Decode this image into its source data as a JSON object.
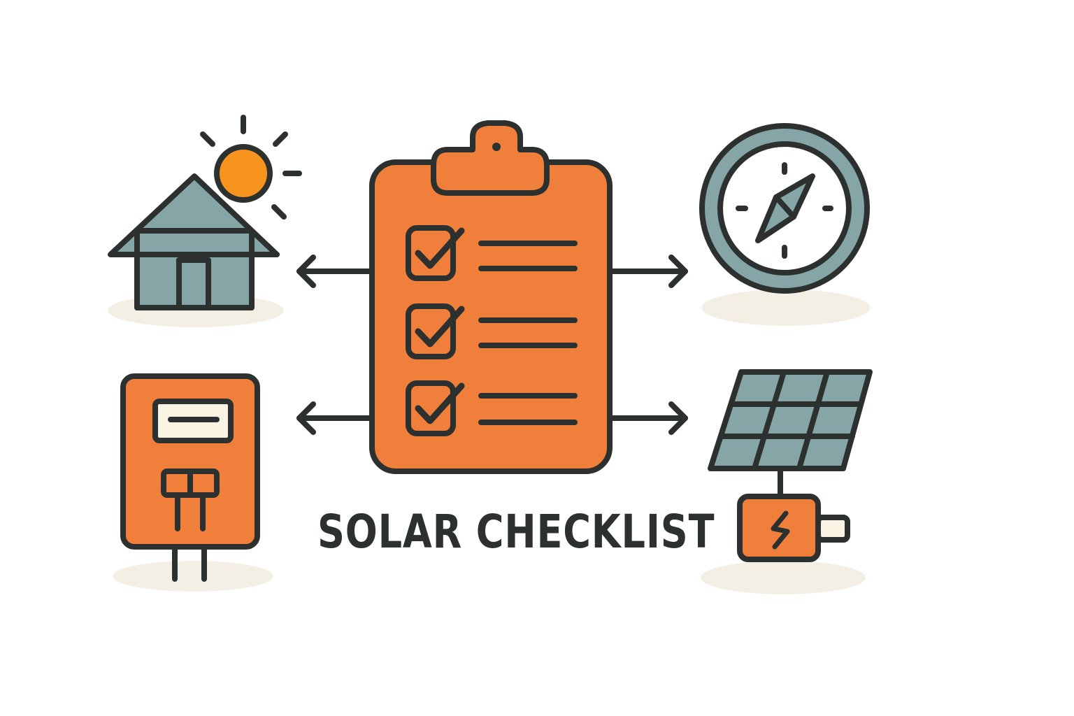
{
  "caption": {
    "text": "SOLAR CHECKLIST"
  },
  "icons": {
    "center": "clipboard-checklist-icon",
    "top_left": "house-with-sun-icon",
    "bottom_left": "electric-meter-icon",
    "top_right": "compass-icon",
    "bottom_right": "solar-panel-battery-icon"
  },
  "checklist": {
    "checked_items": 3,
    "lines_per_item": 2
  },
  "colors": {
    "outline": "#2c302f",
    "orange": "#ef7f3a",
    "sun": "#f7941d",
    "slate": "#86a5a6",
    "cream": "#f9f4e4",
    "shadow": "#f4efe4"
  }
}
